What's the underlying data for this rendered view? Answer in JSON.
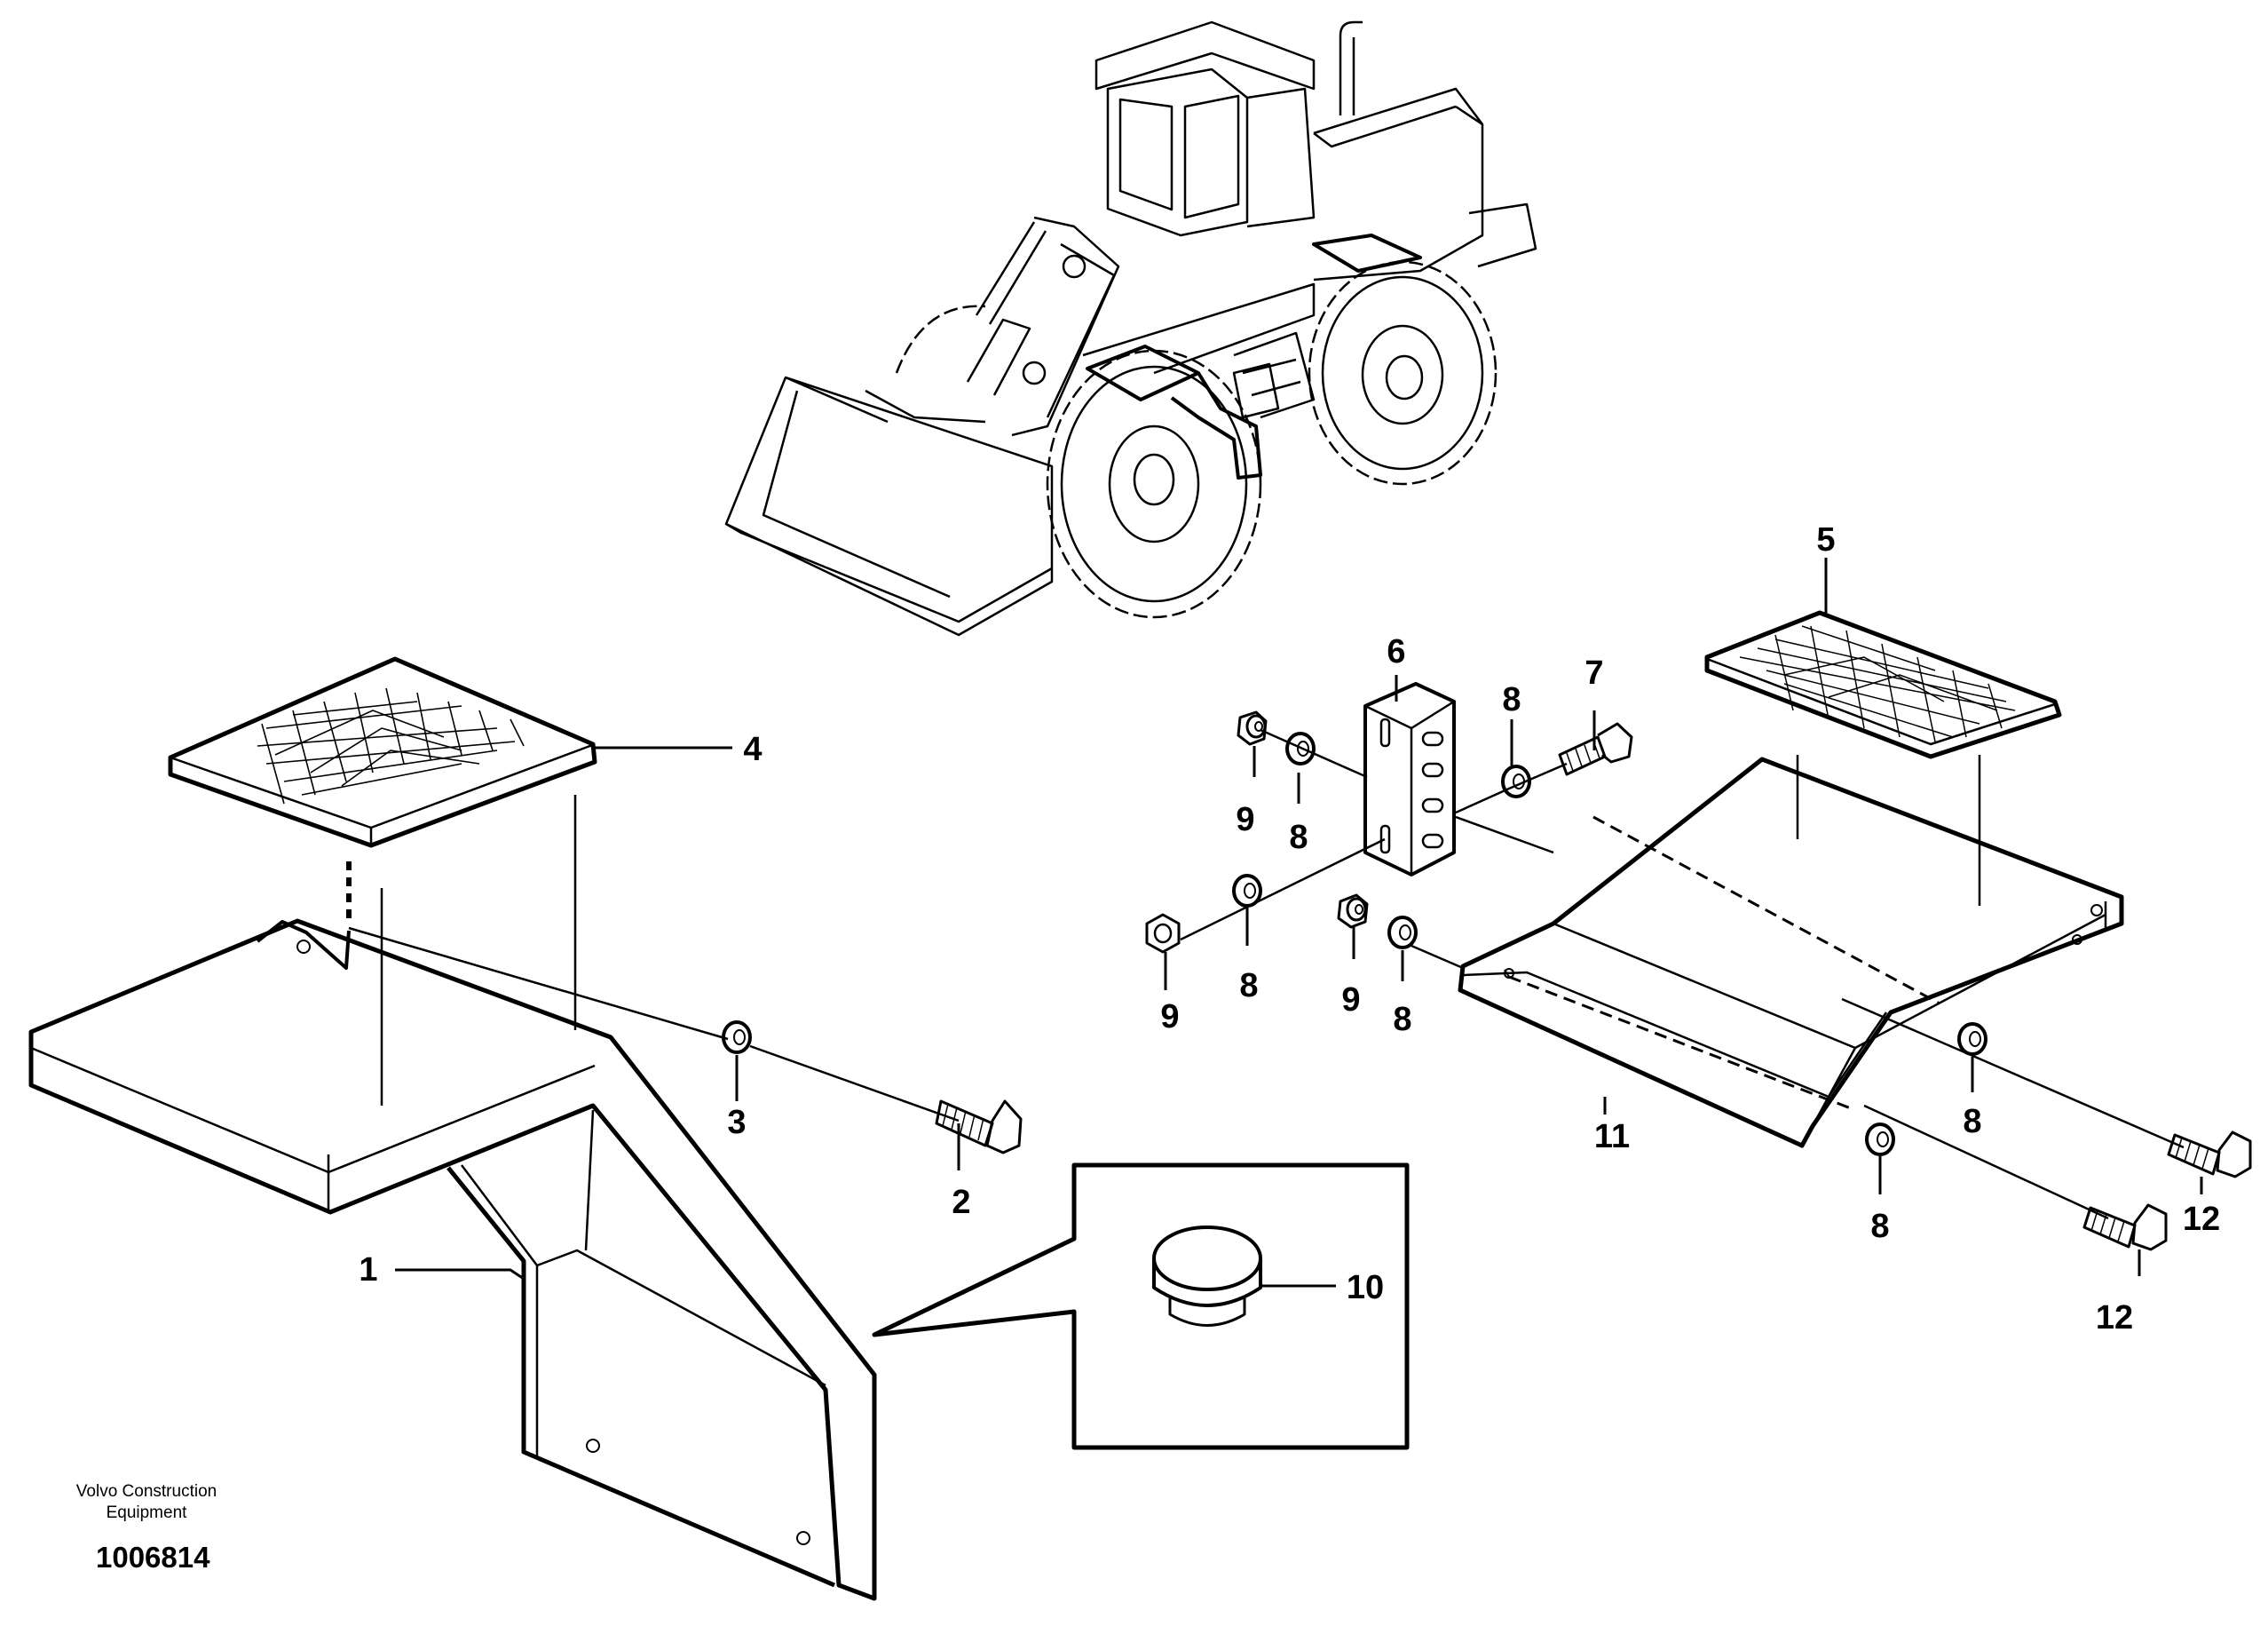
{
  "brand": {
    "line1": "Volvo Construction",
    "line2": "Equipment"
  },
  "document_number": "1006814",
  "callouts": {
    "c1": "1",
    "c2": "2",
    "c3": "3",
    "c4": "4",
    "c5": "5",
    "c6": "6",
    "c7": "7",
    "c8a": "8",
    "c8b": "8",
    "c8c": "8",
    "c8d": "8",
    "c8e": "8",
    "c8f": "8",
    "c9a": "9",
    "c9b": "9",
    "c9c": "9",
    "c10": "10",
    "c11": "11",
    "c12a": "12",
    "c12b": "12"
  }
}
